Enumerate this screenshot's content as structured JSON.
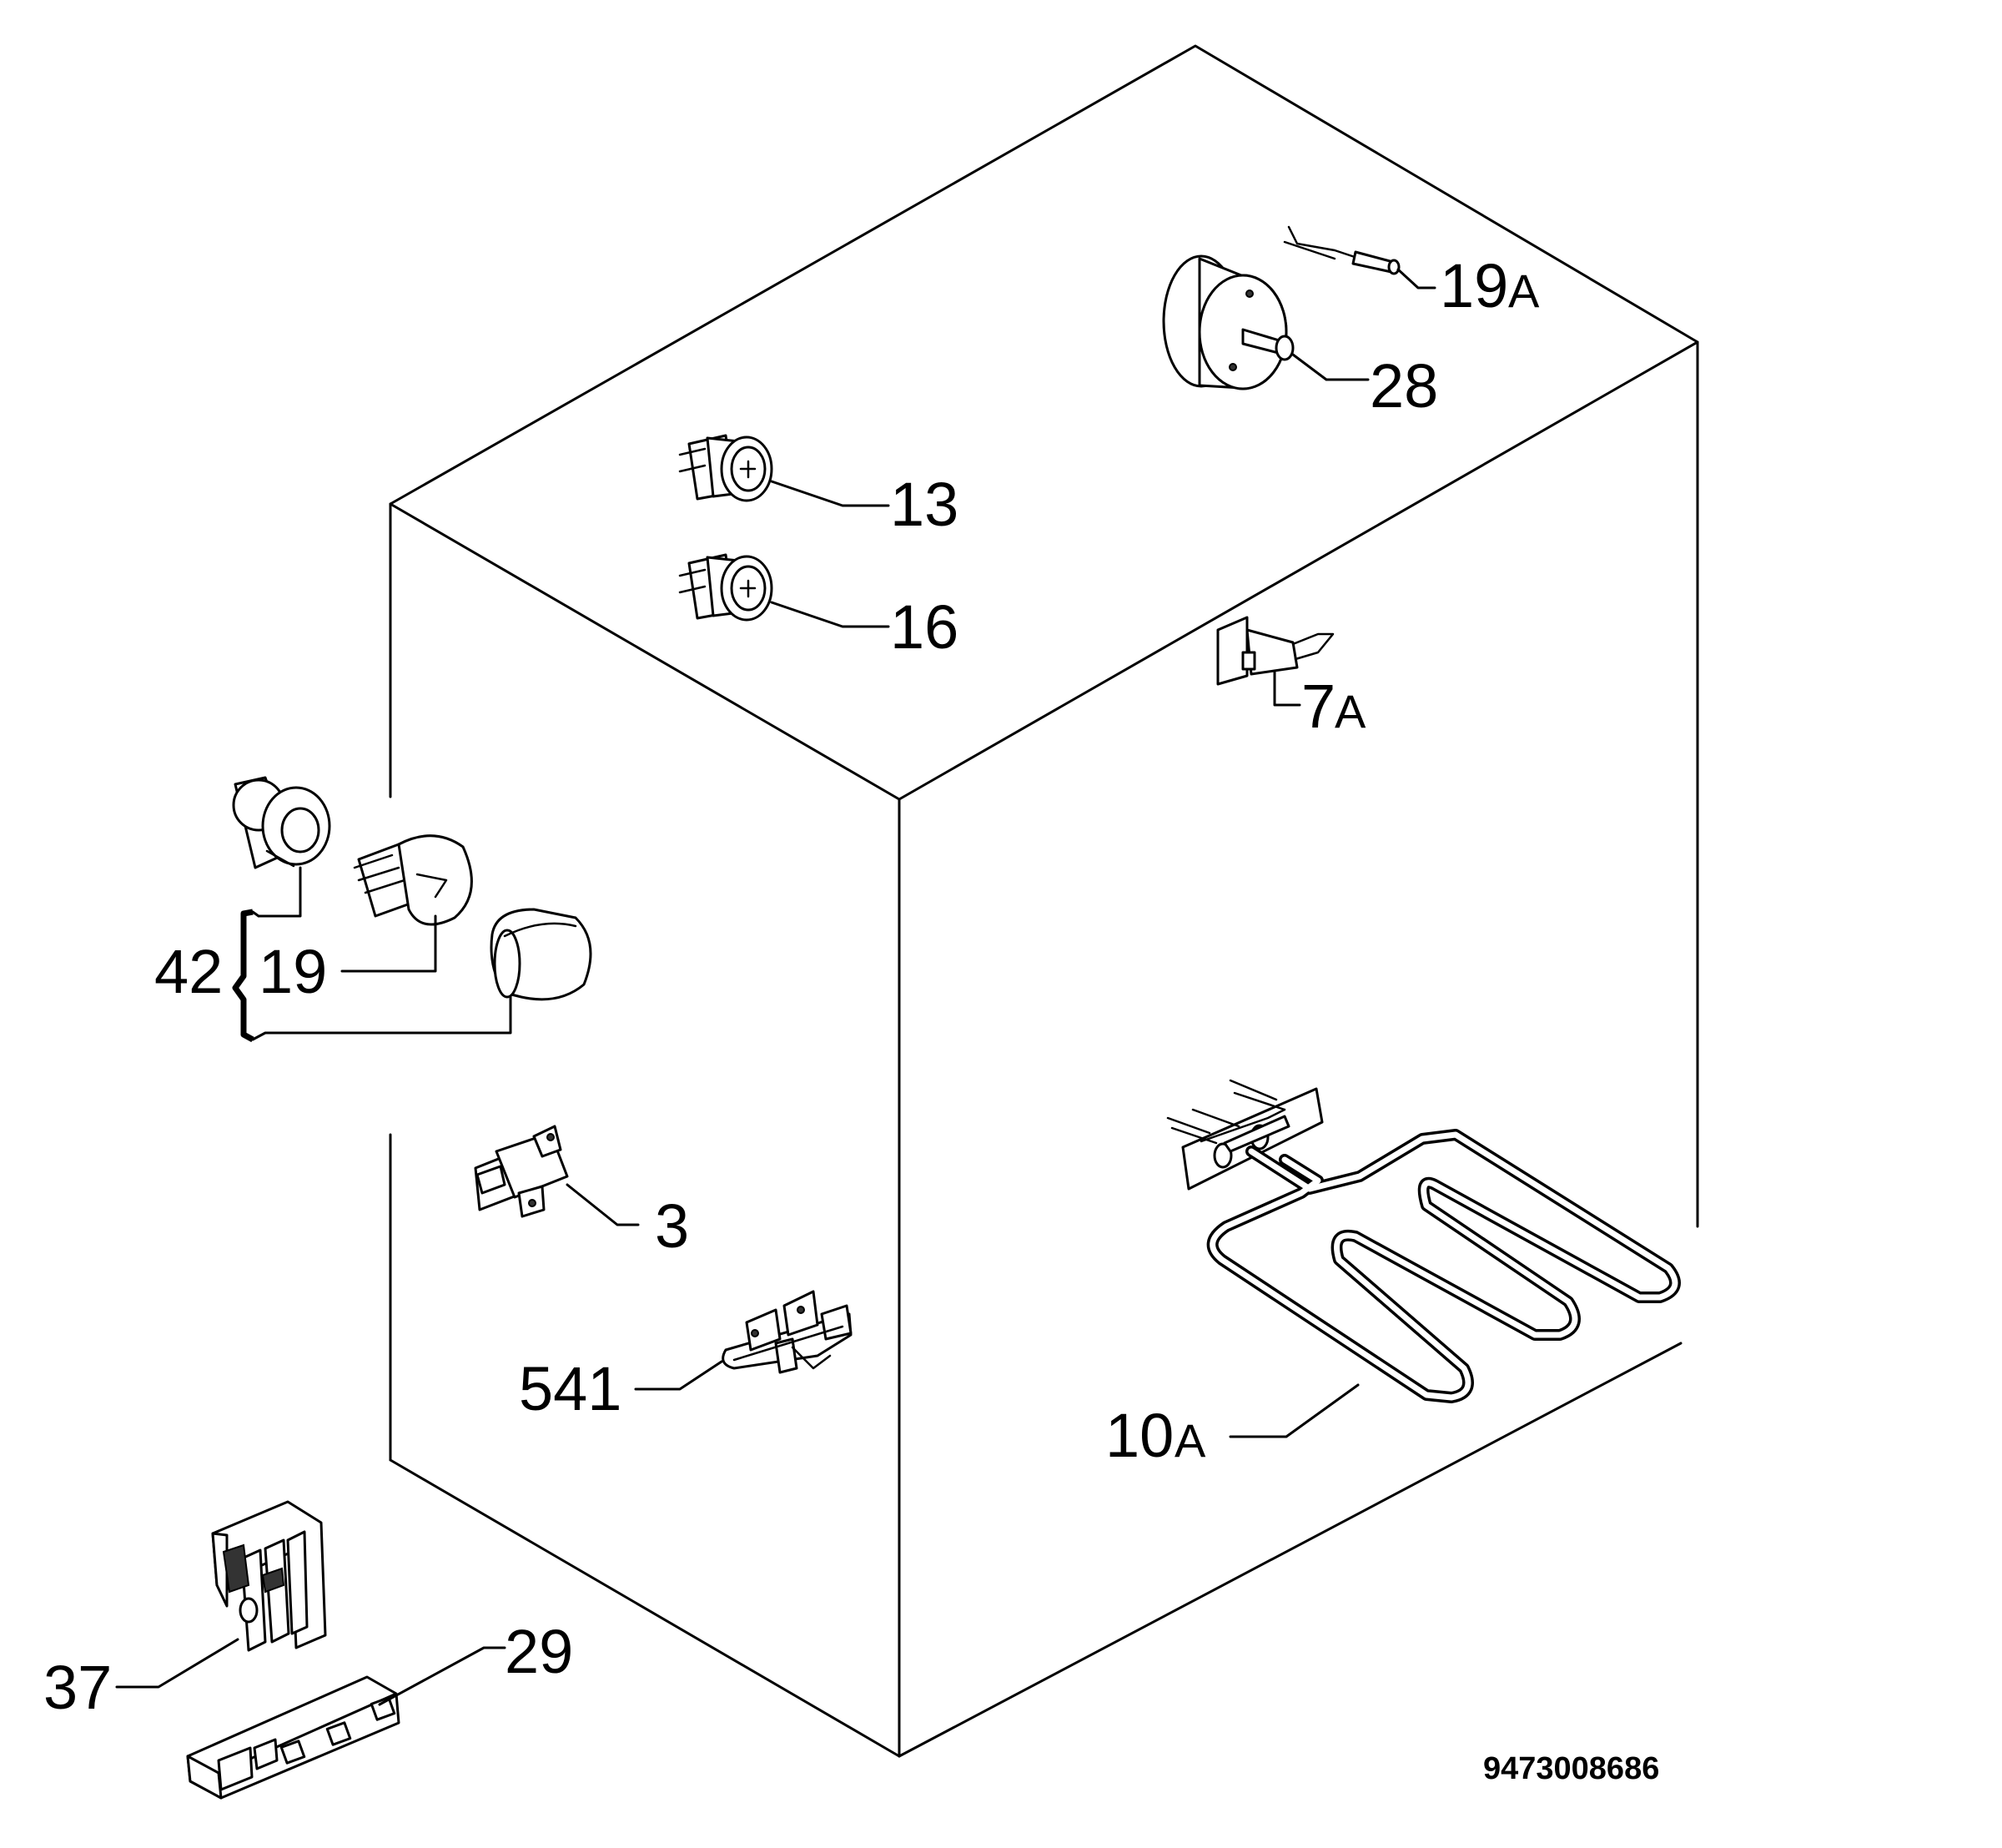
{
  "diagram": {
    "document_number": "9473008686",
    "parts": [
      {
        "id": "19a",
        "number": "19",
        "suffix": "A"
      },
      {
        "id": "28",
        "number": "28",
        "suffix": ""
      },
      {
        "id": "13",
        "number": "13",
        "suffix": ""
      },
      {
        "id": "16",
        "number": "16",
        "suffix": ""
      },
      {
        "id": "7a",
        "number": "7",
        "suffix": "A"
      },
      {
        "id": "42",
        "number": "42",
        "suffix": ""
      },
      {
        "id": "19",
        "number": "19",
        "suffix": ""
      },
      {
        "id": "3",
        "number": "3",
        "suffix": ""
      },
      {
        "id": "541",
        "number": "541",
        "suffix": ""
      },
      {
        "id": "10a",
        "number": "10",
        "suffix": "A"
      },
      {
        "id": "37",
        "number": "37",
        "suffix": ""
      },
      {
        "id": "29",
        "number": "29",
        "suffix": ""
      }
    ]
  }
}
